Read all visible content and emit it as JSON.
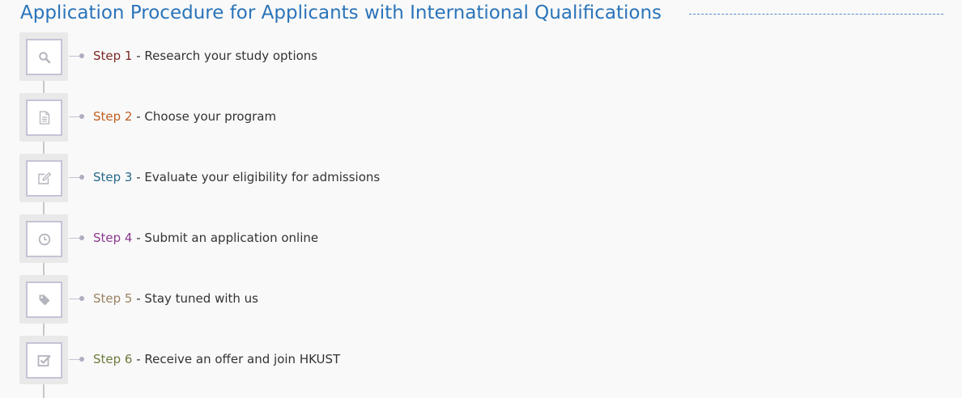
{
  "page": {
    "title": "Application Procedure for Applicants with International Qualifications"
  },
  "steps": [
    {
      "label": "Step 1",
      "separator": " - ",
      "text": "Research your study options",
      "color": "#7a2a25",
      "icon": "search-icon"
    },
    {
      "label": "Step 2",
      "separator": " - ",
      "text": "Choose your program",
      "color": "#c05f22",
      "icon": "document-icon"
    },
    {
      "label": "Step 3",
      "separator": " - ",
      "text": "Evaluate your eligibility for admissions",
      "color": "#266a8c",
      "icon": "edit-icon"
    },
    {
      "label": "Step 4",
      "separator": " - ",
      "text": "Submit an application online",
      "color": "#8c3b8e",
      "icon": "clock-icon"
    },
    {
      "label": "Step 5",
      "separator": " - ",
      "text": "Stay tuned with us",
      "color": "#9b8162",
      "icon": "tag-icon"
    },
    {
      "label": "Step 6",
      "separator": " - ",
      "text": "Receive an offer and join HKUST",
      "color": "#6c7c3e",
      "icon": "checkbox-icon"
    }
  ],
  "colors": {
    "title": "#2a74ba",
    "icon_border": "#c5c3d6",
    "icon_glyph": "#b4b4be",
    "timeline": "#c8c8c8"
  }
}
